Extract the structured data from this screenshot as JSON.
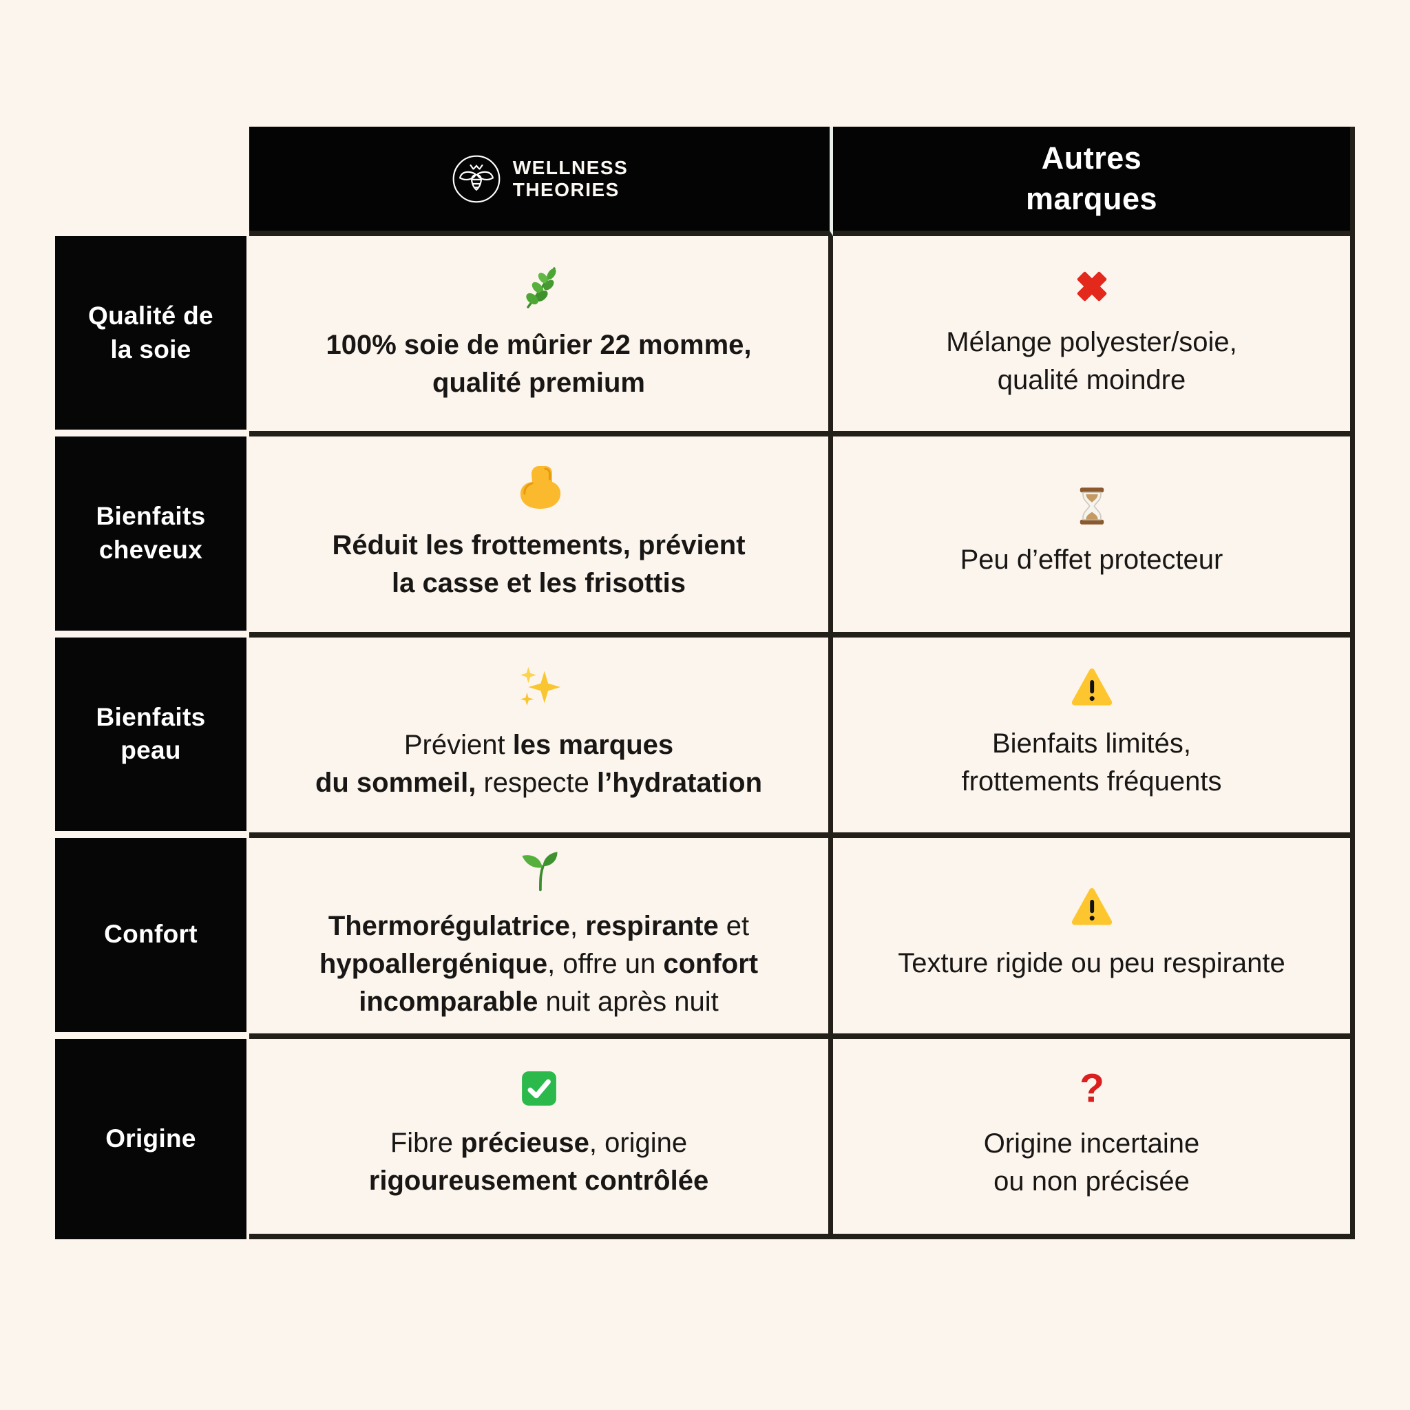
{
  "page": {
    "background_color": "#FCF5ED",
    "border_color": "#232019",
    "label_cell_color": "#060606",
    "header_cell_color": "#040404",
    "text_color": "#191715",
    "header_divider_color": "#E7EDE9"
  },
  "header": {
    "brand": {
      "logo_icon": "bee-icon",
      "name_line1": "WELLNESS",
      "name_line2": "THEORIES"
    },
    "others_label": "Autres\nmarques"
  },
  "rows": [
    {
      "label": "Qualité de\nla soie",
      "brand": {
        "icon": "herb-icon",
        "segments": [
          {
            "t": "100% soie de mûrier 22 momme,\nqualité premium",
            "b": 1
          }
        ]
      },
      "others": {
        "icon": "cross-mark-icon",
        "segments": [
          {
            "t": "Mélange polyester/soie,\nqualité moindre",
            "b": 0
          }
        ]
      }
    },
    {
      "label": "Bienfaits\ncheveux",
      "brand": {
        "icon": "flexed-biceps-icon",
        "segments": [
          {
            "t": "Réduit les frottements, prévient\nla casse et les frisottis",
            "b": 1
          }
        ]
      },
      "others": {
        "icon": "hourglass-icon",
        "segments": [
          {
            "t": "Peu d’effet protecteur",
            "b": 0
          }
        ]
      }
    },
    {
      "label": "Bienfaits\npeau",
      "brand": {
        "icon": "sparkles-icon",
        "segments": [
          {
            "t": "Prévient ",
            "b": 0
          },
          {
            "t": "les marques\ndu sommeil,",
            "b": 1
          },
          {
            "t": " respecte ",
            "b": 0
          },
          {
            "t": "l’hydratation",
            "b": 1
          }
        ]
      },
      "others": {
        "icon": "warning-icon",
        "segments": [
          {
            "t": "Bienfaits limités,\nfrottements fréquents",
            "b": 0
          }
        ]
      }
    },
    {
      "label": "Confort",
      "brand": {
        "icon": "seedling-icon",
        "segments": [
          {
            "t": "Thermorégulatrice",
            "b": 1
          },
          {
            "t": ", ",
            "b": 0
          },
          {
            "t": "respirante",
            "b": 1
          },
          {
            "t": " et\n",
            "b": 0
          },
          {
            "t": "hypoallergénique",
            "b": 1
          },
          {
            "t": ", offre un ",
            "b": 0
          },
          {
            "t": "confort\nincomparable",
            "b": 1
          },
          {
            "t": " nuit après nuit",
            "b": 0
          }
        ]
      },
      "others": {
        "icon": "warning-icon",
        "segments": [
          {
            "t": "Texture rigide ou peu respirante",
            "b": 0
          }
        ]
      }
    },
    {
      "label": "Origine",
      "brand": {
        "icon": "check-mark-button-icon",
        "segments": [
          {
            "t": "Fibre ",
            "b": 0
          },
          {
            "t": "précieuse",
            "b": 1
          },
          {
            "t": ", origine\n",
            "b": 0
          },
          {
            "t": "rigoureusement contrôlée",
            "b": 1
          }
        ]
      },
      "others": {
        "icon": "red-question-mark-icon",
        "segments": [
          {
            "t": "Origine incertaine\nou non précisée",
            "b": 0
          }
        ]
      }
    }
  ],
  "chart_data": {
    "type": "table",
    "columns": [
      "",
      "Wellness Theories",
      "Autres marques"
    ],
    "rows": [
      [
        "Qualité de la soie",
        "100% soie de mûrier 22 momme, qualité premium",
        "Mélange polyester/soie, qualité moindre"
      ],
      [
        "Bienfaits cheveux",
        "Réduit les frottements, prévient la casse et les frisottis",
        "Peu d’effet protecteur"
      ],
      [
        "Bienfaits peau",
        "Prévient les marques du sommeil, respecte l’hydratation",
        "Bienfaits limités, frottements fréquents"
      ],
      [
        "Confort",
        "Thermorégulatrice, respirante et hypoallergénique, offre un confort incomparable nuit après nuit",
        "Texture rigide ou peu respirante"
      ],
      [
        "Origine",
        "Fibre précieuse, origine rigoureusement contrôlée",
        "Origine incertaine ou non précisée"
      ]
    ],
    "cell_icons": {
      "brand_column": [
        "herb",
        "flexed-biceps",
        "sparkles",
        "seedling",
        "check-mark-button"
      ],
      "others_column": [
        "cross-mark",
        "hourglass",
        "warning",
        "warning",
        "red-question-mark"
      ]
    }
  }
}
